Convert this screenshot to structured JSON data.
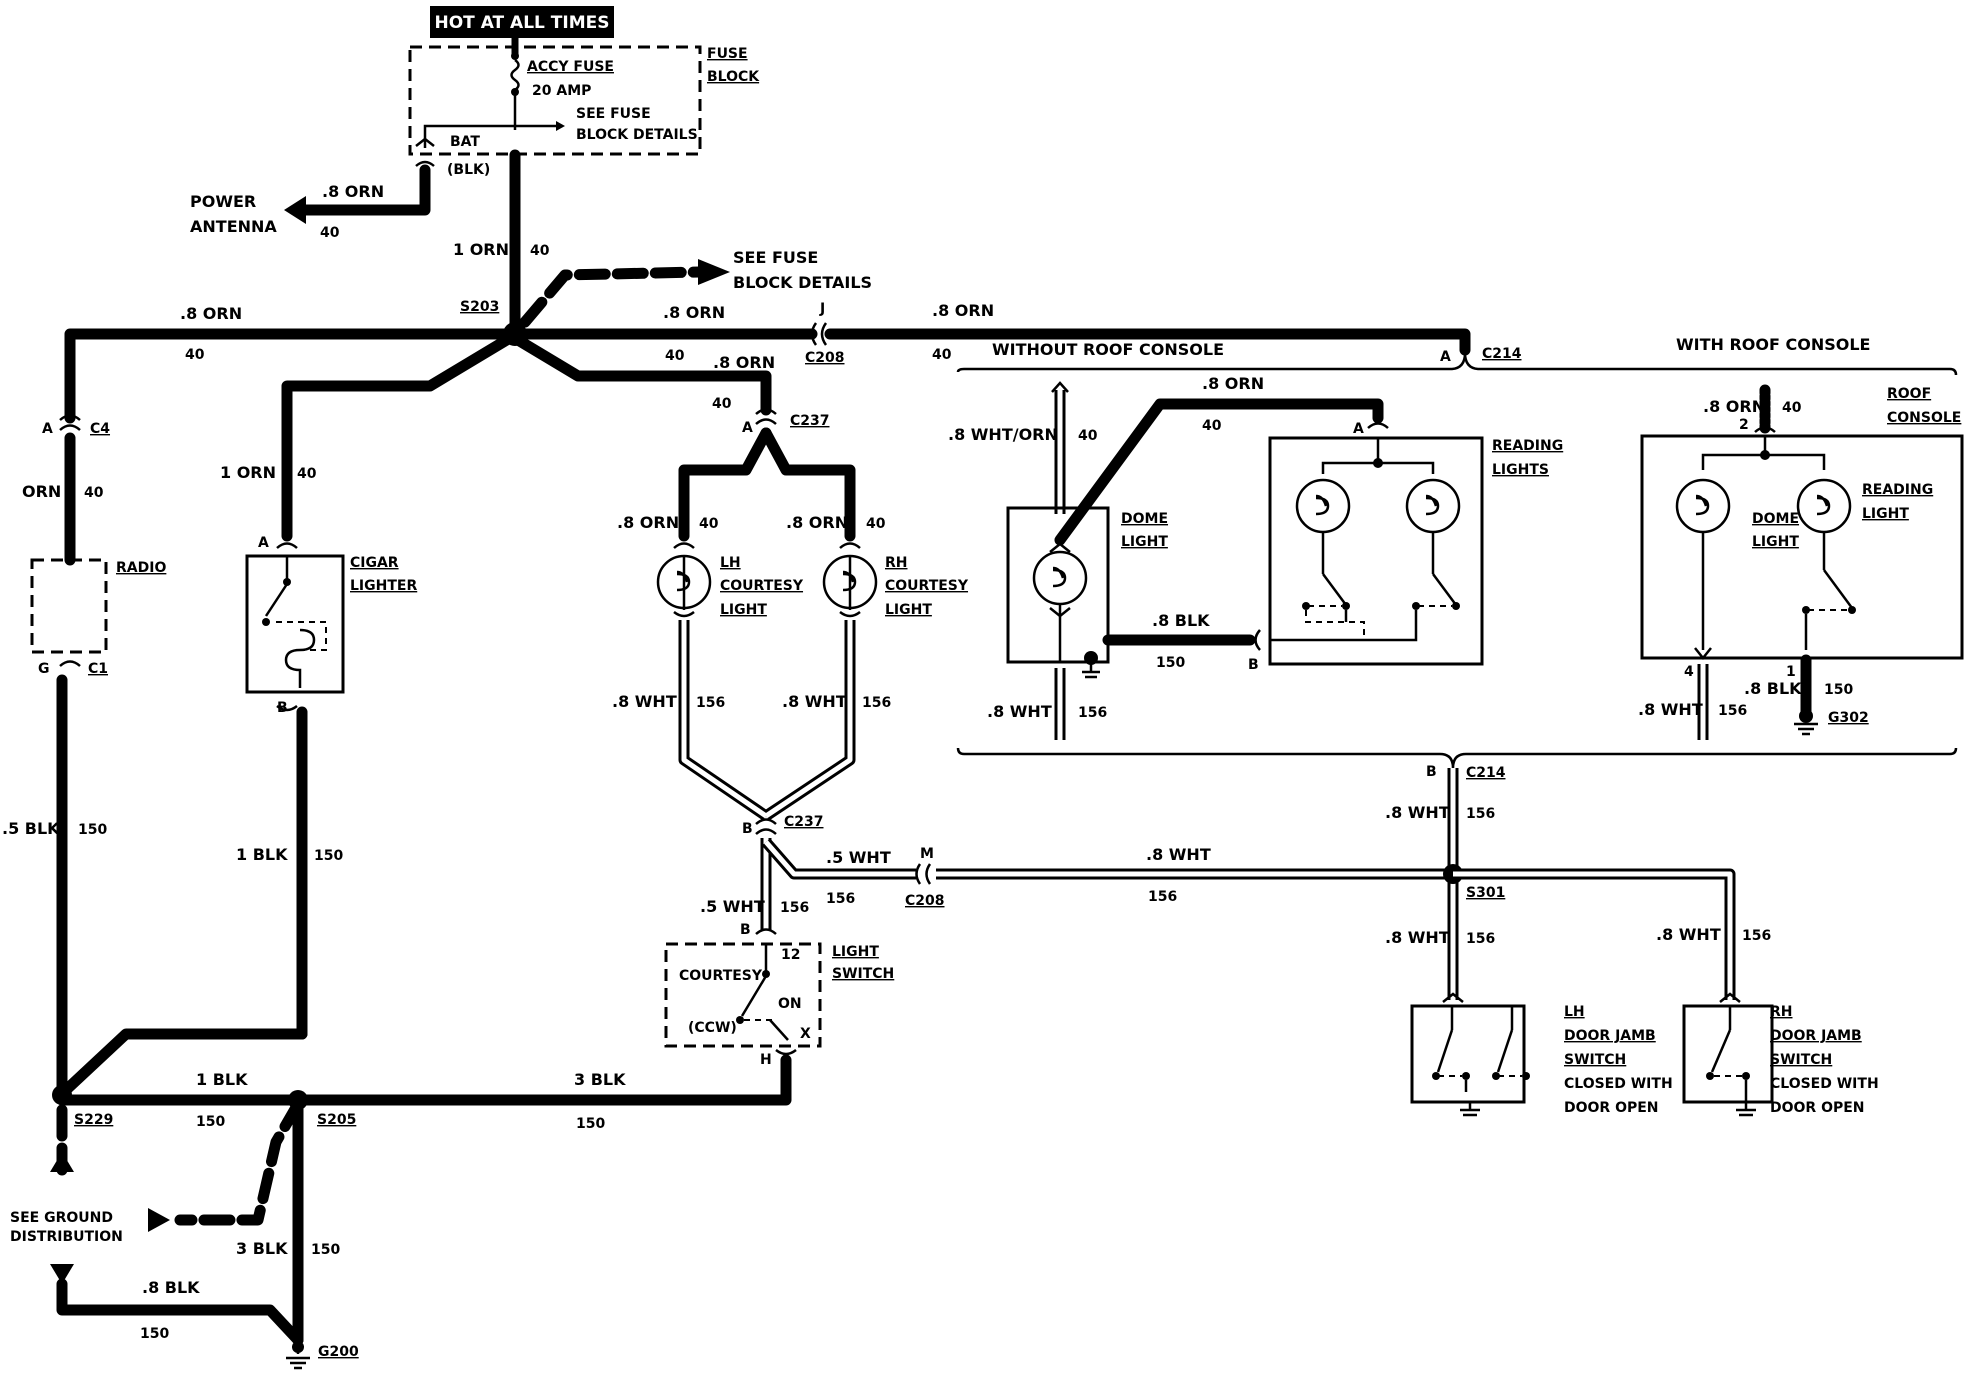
{
  "banner": "HOT AT ALL TIMES",
  "fuse_block": {
    "title_line1": "FUSE",
    "title_line2": "BLOCK",
    "fuse_name": "ACCY FUSE",
    "fuse_rating": "20 AMP",
    "see_details_1": "SEE FUSE",
    "see_details_2": "BLOCK DETAILS",
    "bat_label": "BAT",
    "bat_color": "(BLK)"
  },
  "power_antenna": {
    "line1": "POWER",
    "line2": "ANTENNA",
    "wire": ".8 ORN",
    "circuit": "40"
  },
  "main_feed": {
    "wire": "1 ORN",
    "circuit": "40"
  },
  "see_fuse_details": {
    "line1": "SEE FUSE",
    "line2": "BLOCK DETAILS"
  },
  "splices": {
    "s203": "S203",
    "s229": "S229",
    "s205": "S205",
    "s301": "S301"
  },
  "connectors": {
    "c4": "C4",
    "c4_pin": "A",
    "c1": "C1",
    "c1_pin": "G",
    "c208": "C208",
    "c208_j": "J",
    "c208_m": "M",
    "c237": "C237",
    "c237_a": "A",
    "c237_b": "B",
    "c214": "C214",
    "c214_a": "A",
    "c214_b": "B",
    "cigar_a": "A",
    "cigar_b": "B",
    "light_switch_b": "B",
    "light_switch_h": "H",
    "reading_a": "A",
    "reading_b": "B",
    "roof_pin2": "2",
    "roof_pin4": "4",
    "roof_pin1": "1"
  },
  "wires": {
    "left_top": ".8 ORN",
    "left_top_c": "40",
    "radio_feed": "ORN",
    "radio_feed_c": "40",
    "cigar_feed": "1 ORN",
    "cigar_feed_c": "40",
    "s203_c208": ".8 ORN",
    "s203_c208_c": "40",
    "c208_c214": ".8 ORN",
    "c208_c214_c": "40",
    "c237_feed": ".8 ORN",
    "c237_feed_c": "40",
    "lh_feed": ".8 ORN",
    "lh_feed_c": "40",
    "rh_feed": ".8 ORN",
    "rh_feed_c": "40",
    "lh_out": ".8 WHT",
    "lh_out_c": "156",
    "rh_out": ".8 WHT",
    "rh_out_c": "156",
    "c237_ls": ".5 WHT",
    "c237_ls_c": "156",
    "c237_c208": ".5 WHT",
    "c237_c208_c": "156",
    "c208_s301": ".8 WHT",
    "c208_s301_c": "156",
    "radio_gnd": ".5 BLK",
    "radio_gnd_c": "150",
    "cigar_gnd": "1 BLK",
    "cigar_gnd_c": "150",
    "s229_s205": "1 BLK",
    "s229_s205_c": "150",
    "s205_ls": "3 BLK",
    "s205_ls_c": "150",
    "s205_g200": "3 BLK",
    "s205_g200_c": "150",
    "s229_g200": ".8 BLK",
    "s229_g200_c": "150",
    "dome_wht_orn": ".8 WHT/ORN",
    "dome_wht_orn_c": "40",
    "dome_orn": ".8 ORN",
    "dome_orn_c": "40",
    "dome_blk": ".8 BLK",
    "dome_blk_c": "150",
    "dome_wht": ".8 WHT",
    "dome_wht_c": "156",
    "roof_orn": ".8 ORN",
    "roof_orn_c": "40",
    "roof_wht": ".8 WHT",
    "roof_wht_c": "156",
    "roof_blk": ".8 BLK",
    "roof_blk_c": "150",
    "c214_s301": ".8 WHT",
    "c214_s301_c": "156",
    "s301_lh": ".8 WHT",
    "s301_lh_c": "156",
    "s301_rh": ".8 WHT",
    "s301_rh_c": "156"
  },
  "components": {
    "radio": "RADIO",
    "cigar_1": "CIGAR",
    "cigar_2": "LIGHTER",
    "lh_1": "LH",
    "lh_2": "COURTESY",
    "lh_3": "LIGHT",
    "rh_1": "RH",
    "rh_2": "COURTESY",
    "rh_3": "LIGHT",
    "ls_1": "LIGHT",
    "ls_2": "SWITCH",
    "ls_courtesy": "COURTESY",
    "ls_pin12": "12",
    "ls_on": "ON",
    "ls_ccw": "(CCW)",
    "ls_x": "X",
    "dome_1": "DOME",
    "dome_2": "LIGHT",
    "reading_1": "READING",
    "reading_2": "LIGHTS",
    "roof_console_1": "ROOF",
    "roof_console_2": "CONSOLE",
    "roof_dome_1": "DOME",
    "roof_dome_2": "LIGHT",
    "roof_reading_1": "READING",
    "roof_reading_2": "LIGHT",
    "lhdj_1": "LH",
    "lhdj_2": "DOOR JAMB",
    "lhdj_3": "SWITCH",
    "lhdj_4": "CLOSED WITH",
    "lhdj_5": "DOOR OPEN",
    "rhdj_1": "RH",
    "rhdj_2": "DOOR JAMB",
    "rhdj_3": "SWITCH",
    "rhdj_4": "CLOSED WITH",
    "rhdj_5": "DOOR OPEN"
  },
  "options": {
    "without": "WITHOUT ROOF CONSOLE",
    "with": "WITH ROOF CONSOLE"
  },
  "grounds": {
    "g200": "G200",
    "g302": "G302",
    "see_1": "SEE GROUND",
    "see_2": "DISTRIBUTION"
  }
}
